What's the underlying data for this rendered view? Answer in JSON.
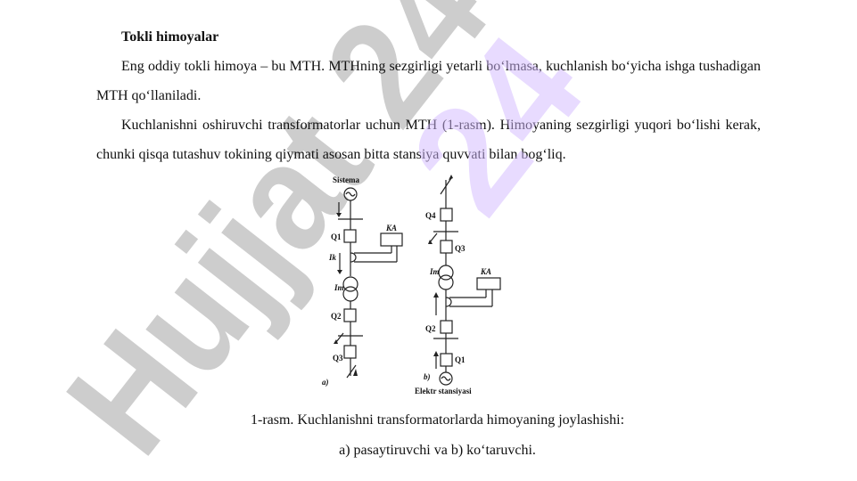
{
  "document": {
    "heading": "Tokli himoyalar",
    "paragraphs": [
      "Eng oddiy tokli himoya – bu MTH. MTHning sezgirligi yetarli bo‘lmasa, kuchlanish bo‘yicha ishga tushadigan MTH qo‘llaniladi.",
      "Kuchlanishni oshiruvchi transformatorlar uchun MTH (1-rasm). Himoyaning sezgirligi yuqori bo‘lishi kerak, chunki qisqa tutashuv tokining qiymati asosan bitta stansiya quvvati bilan bog‘liq."
    ],
    "caption_line1": "1-rasm. Kuchlanishni transformatorlarda himoyaning joylashishi:",
    "caption_line2": "a) pasaytiruvchi va b) ko‘taruvchi."
  },
  "diagram": {
    "a": {
      "source_label": "Sistema",
      "q1": "Q1",
      "ka": "KA",
      "ik": "Ik",
      "it": "Iт",
      "q2": "Q2",
      "q3": "Q3",
      "letter": "a)"
    },
    "b": {
      "q4": "Q4",
      "q3": "Q3",
      "it": "Iт",
      "ka": "KA",
      "q2": "Q2",
      "q1": "Q1",
      "letter": "b)",
      "source_label": "Elektr stansiyasi"
    }
  },
  "watermark": {
    "text": "Hujjat 24",
    "colors": {
      "gray": "#c8c8c8",
      "purple": "#dcc8ff"
    }
  }
}
